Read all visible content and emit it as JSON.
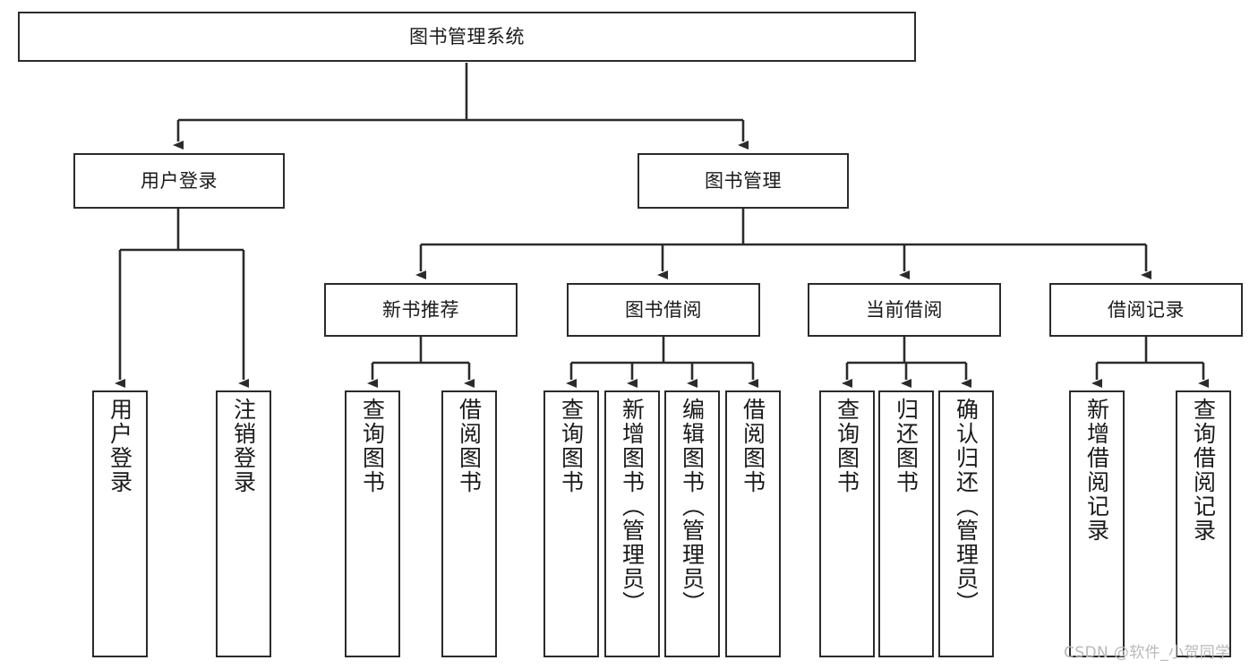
{
  "diagram": {
    "title": "图书管理系统",
    "type": "tree",
    "root": {
      "id": "root",
      "label": "图书管理系统"
    },
    "level2": [
      {
        "id": "user-login",
        "label": "用户登录"
      },
      {
        "id": "book-management",
        "label": "图书管理"
      }
    ],
    "level3": [
      {
        "id": "new-book-recommend",
        "label": "新书推荐",
        "parent": "book-management"
      },
      {
        "id": "book-borrow",
        "label": "图书借阅",
        "parent": "book-management"
      },
      {
        "id": "current-borrow",
        "label": "当前借阅",
        "parent": "book-management"
      },
      {
        "id": "borrow-record",
        "label": "借阅记录",
        "parent": "book-management"
      }
    ],
    "leaves": {
      "user_login": [
        {
          "id": "leaf-user-login",
          "label": "用户登录"
        },
        {
          "id": "leaf-logout-login",
          "label": "注销登录"
        }
      ],
      "new_book_recommend": [
        {
          "id": "leaf-query-book-1",
          "label": "查询图书"
        },
        {
          "id": "leaf-borrow-book-1",
          "label": "借阅图书"
        }
      ],
      "book_borrow": [
        {
          "id": "leaf-query-book-2",
          "label": "查询图书"
        },
        {
          "id": "leaf-add-book",
          "label": "新增图书（管理员）"
        },
        {
          "id": "leaf-edit-book",
          "label": "编辑图书（管理员）"
        },
        {
          "id": "leaf-borrow-book-2",
          "label": "借阅图书"
        }
      ],
      "current_borrow": [
        {
          "id": "leaf-query-book-3",
          "label": "查询图书"
        },
        {
          "id": "leaf-return-book",
          "label": "归还图书"
        },
        {
          "id": "leaf-confirm-return",
          "label": "确认归还（管理员）"
        }
      ],
      "borrow_record": [
        {
          "id": "leaf-add-record",
          "label": "新增借阅记录"
        },
        {
          "id": "leaf-query-record",
          "label": "查询借阅记录"
        }
      ]
    }
  },
  "watermark": {
    "text": "CSDN @软件_小贺同学"
  },
  "colors": {
    "stroke": "#2b2b2b",
    "fill": "#ffffff",
    "text": "#1a1a1a",
    "watermark": "#b9b9b9"
  }
}
